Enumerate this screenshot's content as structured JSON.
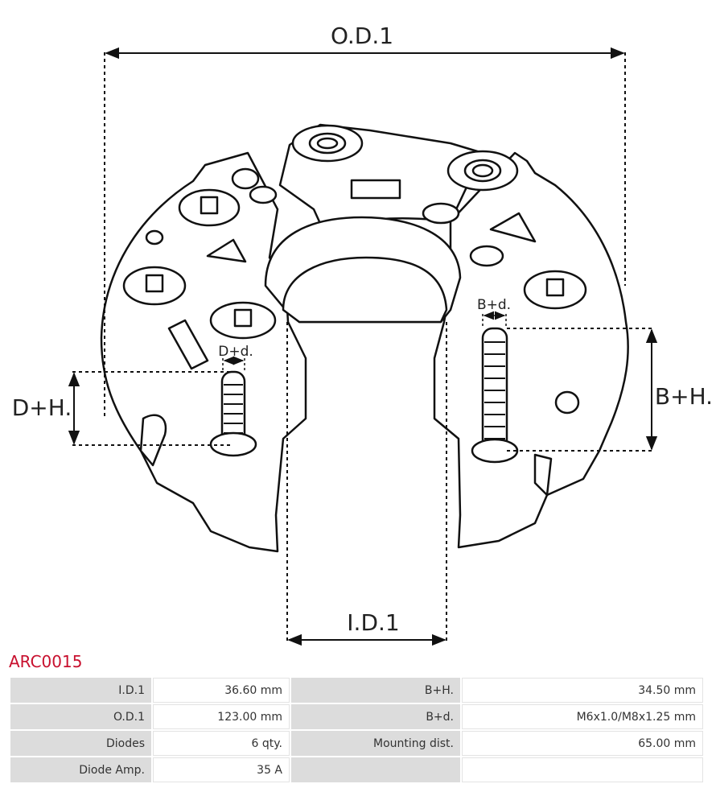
{
  "diagram": {
    "labels": {
      "od": "O.D.1",
      "id": "I.D.1",
      "dh": "D+H.",
      "bh": "B+H.",
      "dd": "D+d.",
      "bd": "B+d."
    }
  },
  "part": {
    "code": "ARC0015"
  },
  "specs": [
    [
      "I.D.1",
      "36.60 mm",
      "B+H.",
      "34.50 mm"
    ],
    [
      "O.D.1",
      "123.00 mm",
      "B+d.",
      "M6x1.0/M8x1.25 mm"
    ],
    [
      "Diodes",
      "6 qty.",
      "Mounting dist.",
      "65.00 mm"
    ],
    [
      "Diode Amp.",
      "35 A",
      "",
      ""
    ]
  ]
}
